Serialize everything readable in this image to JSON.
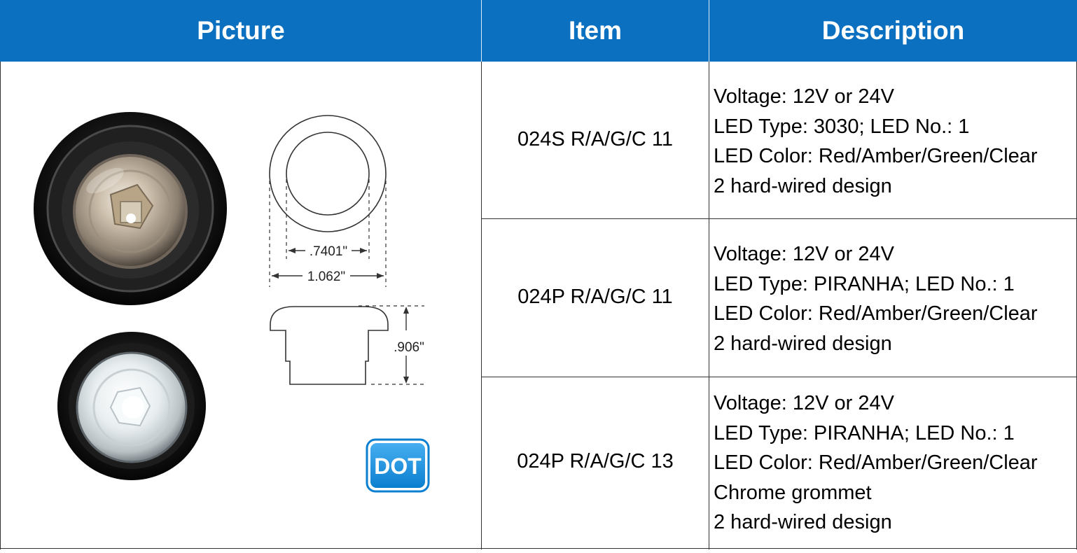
{
  "table": {
    "headers": {
      "picture": "Picture",
      "item": "Item",
      "description": "Description"
    },
    "rows": [
      {
        "item": "024S R/A/G/C 11",
        "description": [
          "Voltage: 12V or 24V",
          "LED Type: 3030; LED No.: 1",
          "LED Color: Red/Amber/Green/Clear",
          "2 hard-wired design"
        ]
      },
      {
        "item": "024P R/A/G/C 11",
        "description": [
          "Voltage: 12V or 24V",
          "LED Type: PIRANHA; LED No.: 1",
          "LED Color: Red/Amber/Green/Clear",
          "2 hard-wired design"
        ]
      },
      {
        "item": "024P R/A/G/C 13",
        "description": [
          "Voltage: 12V or 24V",
          "LED Type: PIRANHA; LED No.: 1",
          "LED Color: Red/Amber/Green/Clear",
          "Chrome grommet",
          "2 hard-wired design"
        ]
      }
    ]
  },
  "picture": {
    "dimensions": {
      "inner_diameter": ".7401\"",
      "outer_diameter": "1.062\"",
      "height": ".906\""
    },
    "badge": "DOT",
    "icons": [
      "led-light-photo",
      "dimension-drawing",
      "dot-badge-icon"
    ]
  },
  "colors": {
    "header_bg": "#0c70c1",
    "header_text": "#ffffff",
    "badge_bg": "#1d8fde"
  }
}
